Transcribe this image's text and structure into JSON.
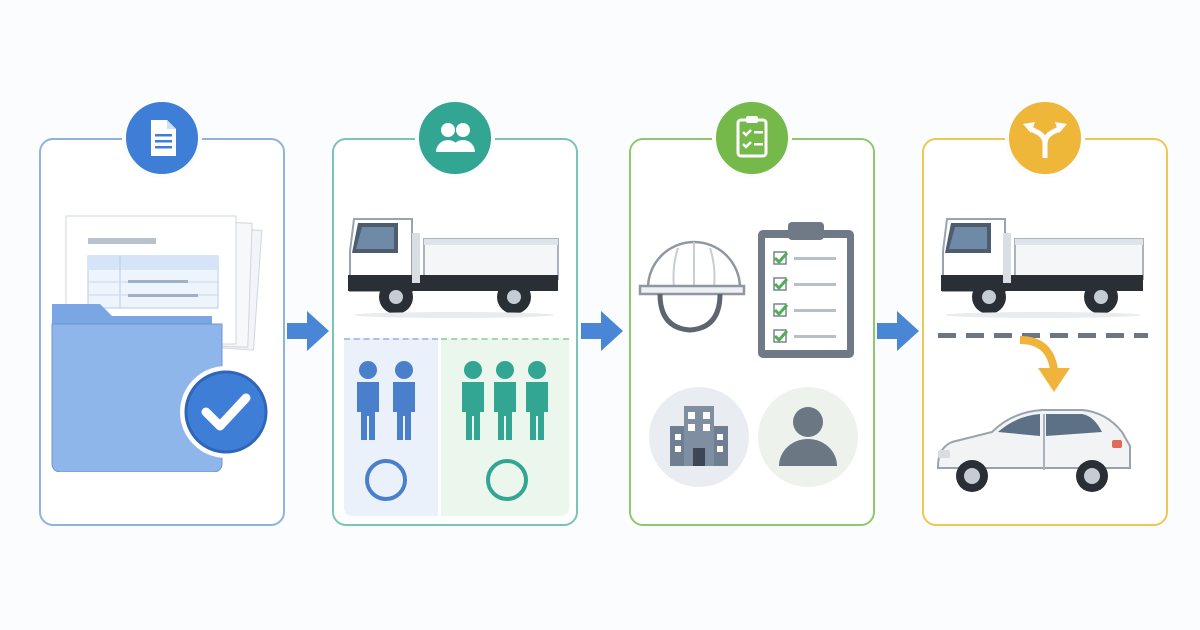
{
  "steps": [
    {
      "id": "documents",
      "badge_icon": "document-icon",
      "color": "#3f7ed6",
      "border": "#8eb3e3"
    },
    {
      "id": "crew",
      "badge_icon": "people-icon",
      "color": "#33a593",
      "border": "#7ac3b7"
    },
    {
      "id": "inspection",
      "badge_icon": "clipboard-check-icon",
      "color": "#74b94a",
      "border": "#8fc96e"
    },
    {
      "id": "route-change",
      "badge_icon": "split-arrows-icon",
      "color": "#efb73a",
      "border": "#f0c655"
    }
  ],
  "crew_groups": [
    {
      "people": 2,
      "color": "#4a7fcc",
      "status_icon": "circle-ok-icon"
    },
    {
      "people": 3,
      "color": "#33a593",
      "status_icon": "circle-ok-icon"
    }
  ],
  "checklist_items": 4,
  "flow_arrow_color": "#4a86d6"
}
